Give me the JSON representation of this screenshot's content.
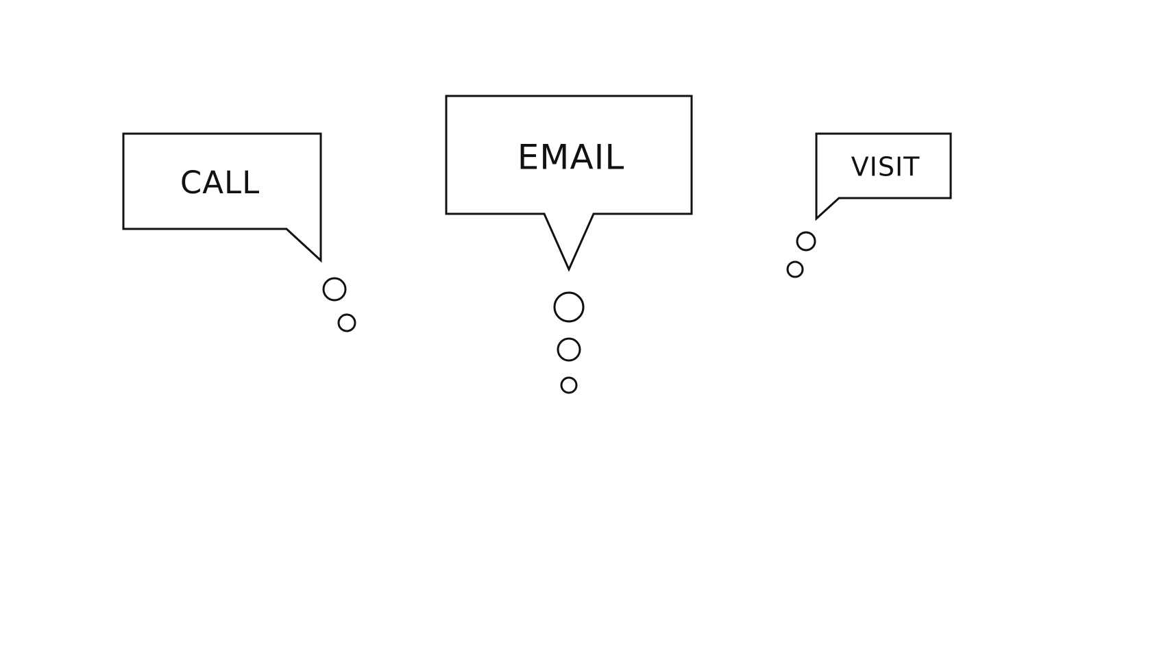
{
  "bubbles": {
    "call": {
      "label": "CALL"
    },
    "email": {
      "label": "EMAIL"
    },
    "visit": {
      "label": "VISIT"
    }
  },
  "colors": {
    "stroke": "#111111",
    "background": "#ffffff"
  }
}
